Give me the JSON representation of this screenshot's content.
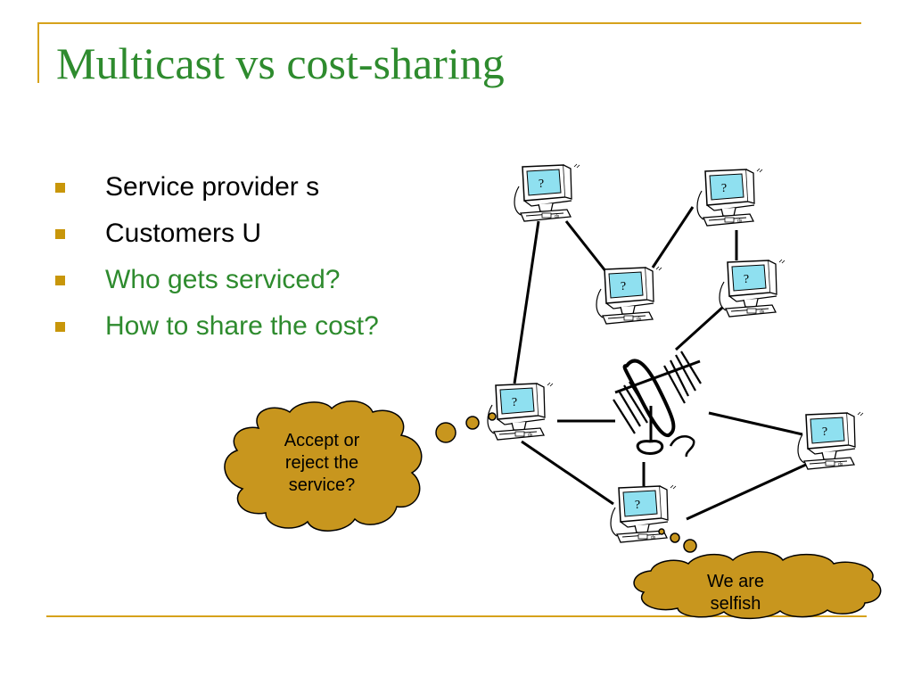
{
  "slide": {
    "title": "Multicast vs cost-sharing",
    "bullets": [
      {
        "text": "Service provider s",
        "color": "#000000"
      },
      {
        "text": "Customers U",
        "color": "#000000"
      },
      {
        "text": "Who gets serviced?",
        "color": "#2e8b2e"
      },
      {
        "text": "How to share the cost?",
        "color": "#2e8b2e"
      }
    ]
  },
  "diagram": {
    "computer_label": "?",
    "bubble_left_text": "Accept or reject the service?",
    "bubble_right_text": "We are selfish",
    "bubble_color": "#c8961e",
    "screen_color": "#8fe0f0",
    "accent_color": "#d6a21b"
  }
}
